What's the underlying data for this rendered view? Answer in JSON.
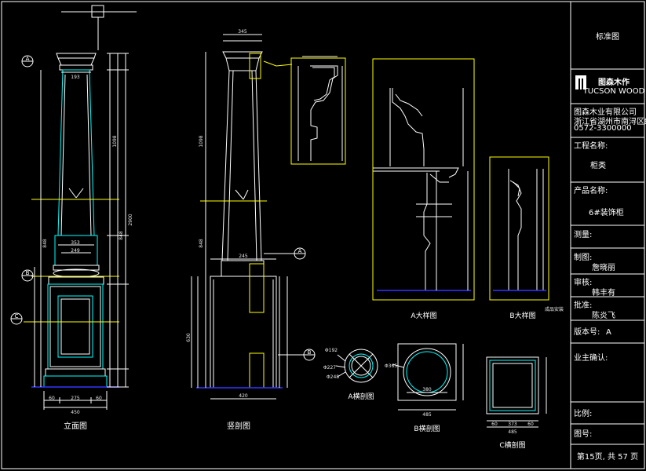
{
  "title_block": {
    "drawing_type": "标准图",
    "logo_cn": "图森木作",
    "logo_en": "TUCSON WOOD",
    "company": "图森木业有限公司",
    "address": "浙江省湖州市南浔区经济开发区",
    "phone": "0572-3300000",
    "project_label": "工程名称:",
    "project_value": "柜类",
    "product_label": "产品名称:",
    "product_value": "6#装饰柜",
    "measure_label": "测量:",
    "draw_label": "制图:",
    "draw_value": "詹晓丽",
    "review_label": "审核:",
    "review_value": "韩丰有",
    "approve_label": "批准:",
    "approve_value": "陈炎飞",
    "version_label": "版本号:",
    "version_value": "A",
    "owner_label": "业主确认:",
    "scale_label": "比例:",
    "drawing_no_label": "图号:",
    "page_info": "第15页, 共 57 页"
  },
  "views": {
    "front": "立面图",
    "side": "竖剖图",
    "detail_a": "A大样图",
    "detail_b": "B大样图",
    "section_a": "A横剖图",
    "section_b": "B横剖图",
    "section_c": "C横剖图",
    "note_b": "成品安装"
  },
  "markers": {
    "a": "A",
    "b": "B",
    "c": "C"
  },
  "dims": {
    "front_total": "2900",
    "front_shaft": "1098",
    "front_lower": "848",
    "front_base_width": "450",
    "front_base_split": [
      "60",
      "275",
      "60"
    ],
    "front_ring": "353",
    "front_ring2": "249",
    "front_top": "193",
    "side_top": "345",
    "side_shaft": "1098",
    "side_lower": "848",
    "side_base": "630",
    "side_base_w": "420",
    "side_mid": "245",
    "dia_a1": "Φ192",
    "dia_a2": "Φ227",
    "dia_a3": "Φ248",
    "dia_b": "Φ365",
    "sec_b_w": "485",
    "sec_b_inner": "380",
    "sec_c_w": "485",
    "sec_c_split": [
      "60",
      "373",
      "60"
    ]
  }
}
